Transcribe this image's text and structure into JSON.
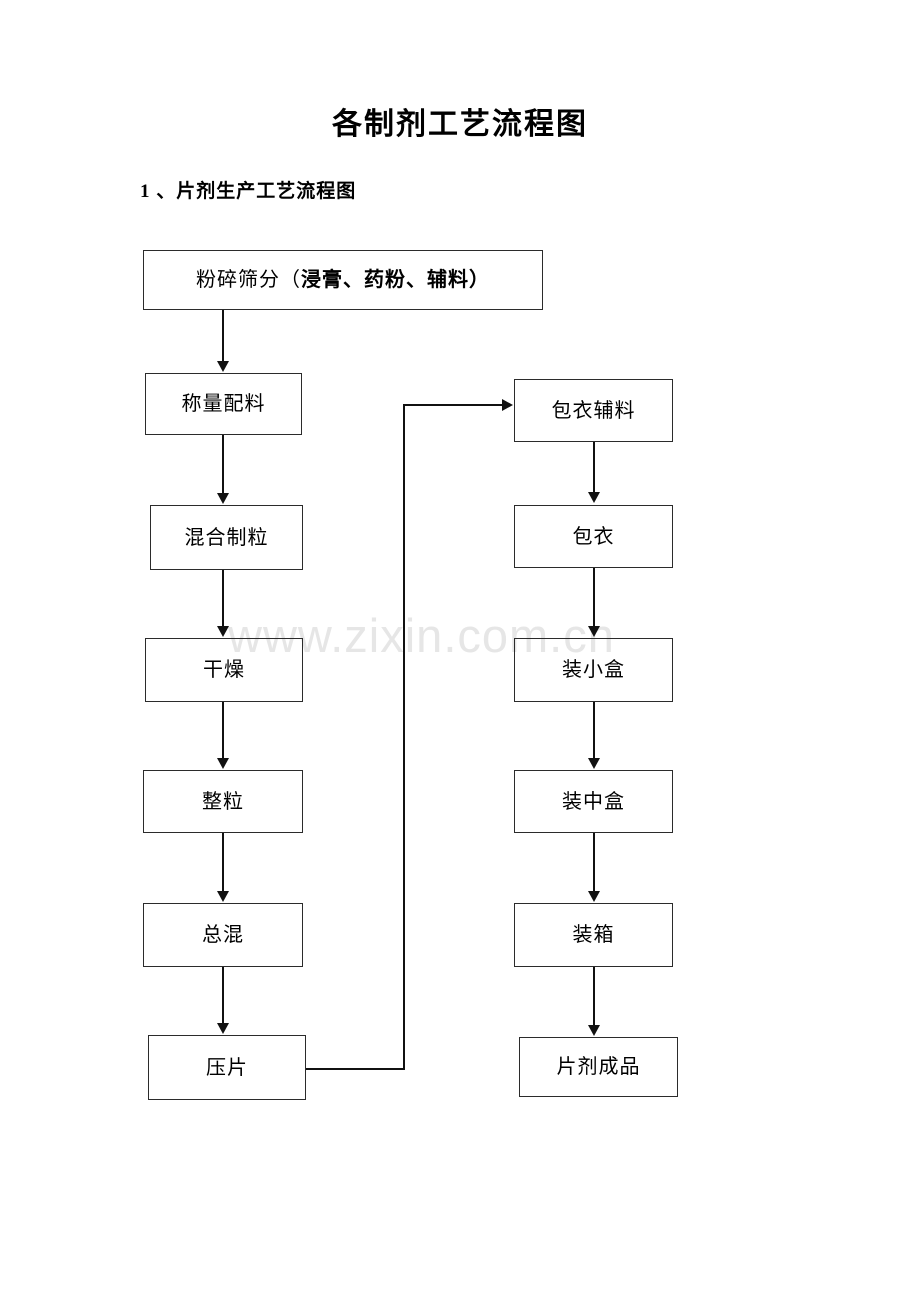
{
  "document": {
    "title": "各制剂工艺流程图",
    "section_heading": "1 、片剂生产工艺流程图",
    "watermark": "www.zixin.com.cn"
  },
  "flowchart": {
    "name": "片剂生产工艺流程图",
    "nodes": {
      "crush_screen": {
        "label_plain": "粉碎筛分（",
        "label_bold": "浸膏、药粉、辅料",
        "label_tail": "）",
        "full_label": "粉碎筛分（浸膏、药粉、辅料）"
      },
      "weigh": {
        "label": "称量配料"
      },
      "mix_granulate": {
        "label": "混合制粒"
      },
      "dry": {
        "label": "干燥"
      },
      "size": {
        "label": "整粒"
      },
      "final_mix": {
        "label": "总混"
      },
      "tablet_press": {
        "label": "压片"
      },
      "coating_material": {
        "label": "包衣辅料"
      },
      "coating": {
        "label": "包衣"
      },
      "small_box": {
        "label": "装小盒"
      },
      "medium_box": {
        "label": "装中盒"
      },
      "carton": {
        "label": "装箱"
      },
      "finished_tablet": {
        "label": "片剂成品"
      }
    },
    "edges": [
      {
        "from": "crush_screen",
        "to": "weigh",
        "style": "vertical-arrow"
      },
      {
        "from": "weigh",
        "to": "mix_granulate",
        "style": "vertical-arrow"
      },
      {
        "from": "mix_granulate",
        "to": "dry",
        "style": "vertical-arrow"
      },
      {
        "from": "dry",
        "to": "size",
        "style": "vertical-arrow"
      },
      {
        "from": "size",
        "to": "final_mix",
        "style": "vertical-arrow"
      },
      {
        "from": "final_mix",
        "to": "tablet_press",
        "style": "vertical-arrow"
      },
      {
        "from": "tablet_press",
        "to": "coating_material",
        "style": "elbow-right-up-arrow"
      },
      {
        "from": "coating_material",
        "to": "coating",
        "style": "vertical-arrow"
      },
      {
        "from": "coating",
        "to": "small_box",
        "style": "vertical-arrow"
      },
      {
        "from": "small_box",
        "to": "medium_box",
        "style": "vertical-arrow"
      },
      {
        "from": "medium_box",
        "to": "carton",
        "style": "vertical-arrow"
      },
      {
        "from": "carton",
        "to": "finished_tablet",
        "style": "vertical-arrow"
      }
    ]
  },
  "colors": {
    "box_border": "#2b2b2b",
    "connector": "#111111",
    "text": "#000000",
    "watermark": "#e6e6e6",
    "background": "#ffffff"
  }
}
